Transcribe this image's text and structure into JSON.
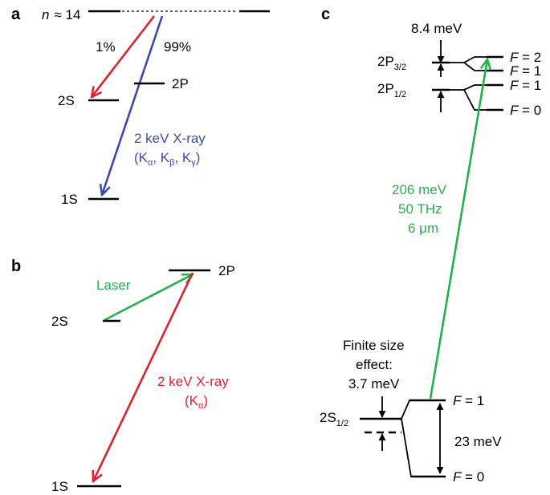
{
  "colors": {
    "red": "#e0202c",
    "blue": "#3a4aa8",
    "green": "#22b14c",
    "black": "#000000"
  },
  "panel_a": {
    "letter": "a",
    "n_symbol": "n",
    "n_value": "≈ 14",
    "percent_red": "1%",
    "percent_blue": "99%",
    "level_2S": "2S",
    "level_2P": "2P",
    "level_1S": "1S",
    "xray_line1": "2 keV X-ray",
    "xray_open": "(K",
    "alpha": "α",
    "sep1": ", K",
    "beta": "β",
    "sep2": ", K",
    "gamma": "γ",
    "xray_close": ")"
  },
  "panel_b": {
    "letter": "b",
    "level_2P": "2P",
    "laser": "Laser",
    "level_2S": "2S",
    "xray_line1": "2 keV X-ray",
    "xray_open": "(K",
    "alpha": "α",
    "xray_close": ")",
    "level_1S": "1S"
  },
  "panel_c": {
    "letter": "c",
    "fine_split": "8.4 meV",
    "p32_base": "2P",
    "p32_sub": "3/2",
    "p12_base": "2P",
    "p12_sub": "1/2",
    "f_symbol": "F",
    "f2": " = 2",
    "f1": " = 1",
    "f0": " = 0",
    "energy": "206 meV",
    "frequency": "50 THz",
    "wavelength": "6 μm",
    "finite1": "Finite size",
    "finite2": "effect:",
    "finite3": "3.7 meV",
    "s12_base": "2S",
    "s12_sub": "1/2",
    "hfs": "23 meV"
  }
}
